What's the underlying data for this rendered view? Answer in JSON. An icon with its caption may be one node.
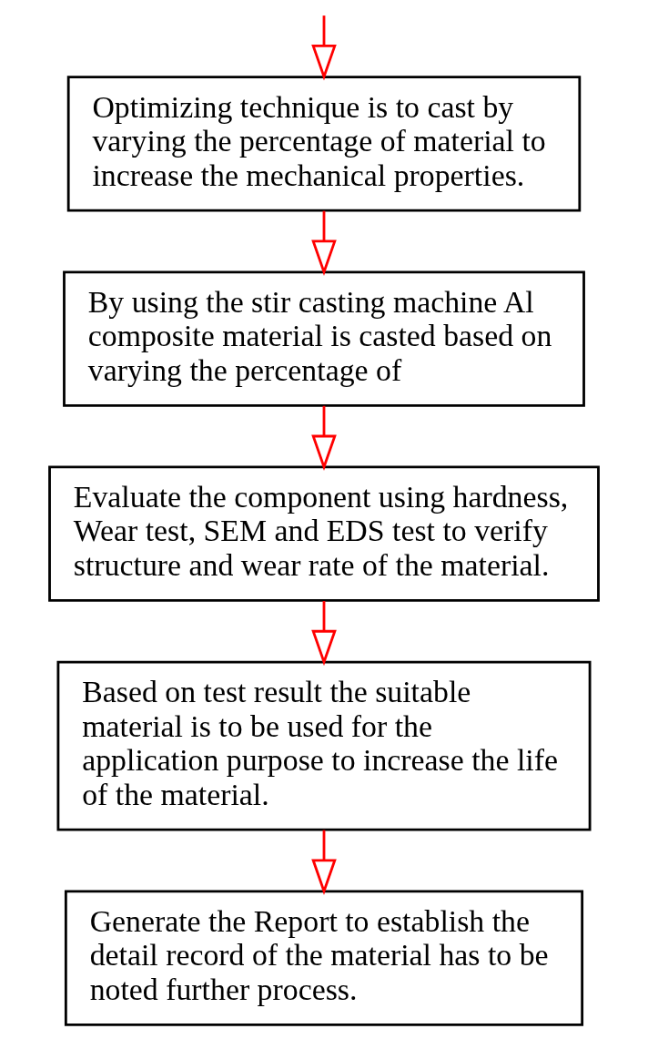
{
  "diagram": {
    "nodes": [
      {
        "text": [
          "Optimizing technique is to cast by varying the percentage of material to increase the mechanical properties."
        ]
      },
      {
        "text": [
          "By using the stir casting machine Al composite material is casted based on varying the percentage of"
        ]
      },
      {
        "text": [
          "Evaluate the component using hardness, Wear test, SEM and EDS test to verify structure and wear rate of the material."
        ]
      },
      {
        "text": [
          "Based on test result the suitable material is to be used for the application purpose to increase the life of the material."
        ]
      },
      {
        "text": [
          "Generate the Report to establish the detail record of the material has to be noted further process."
        ]
      }
    ],
    "edges": [
      {
        "from": null,
        "to": 0,
        "arrow": "to"
      },
      {
        "from": 0,
        "to": 1,
        "arrow": "to"
      },
      {
        "from": 1,
        "to": 2,
        "arrow": "to"
      },
      {
        "from": 2,
        "to": 3,
        "arrow": "to"
      },
      {
        "from": 3,
        "to": 4,
        "arrow": "to"
      }
    ]
  }
}
